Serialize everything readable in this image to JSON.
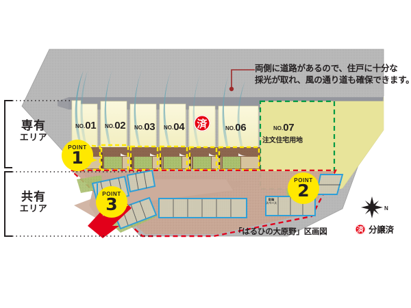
{
  "caption": "「はるひの大原野」区画図",
  "annotation": {
    "line1": "両側に道路があるので、住戸に十分な",
    "line2": "採光が取れ、風の通り道も確保できます。"
  },
  "areas": [
    {
      "name": "exclusive",
      "main": "専有",
      "sub": "エリア"
    },
    {
      "name": "shared",
      "main": "共有",
      "sub": "エリア"
    }
  ],
  "lots": [
    {
      "prefix": "NO.",
      "number": "01"
    },
    {
      "prefix": "NO.",
      "number": "02"
    },
    {
      "prefix": "NO.",
      "number": "03"
    },
    {
      "prefix": "NO.",
      "number": "04"
    },
    {
      "prefix": "NO.",
      "number": "06"
    },
    {
      "prefix": "NO.",
      "number": "07",
      "sub": "注文住宅用地"
    }
  ],
  "sold_marker": "済",
  "points": [
    {
      "word": "POINT",
      "number": "1"
    },
    {
      "word": "POINT",
      "number": "2"
    },
    {
      "word": "POINT",
      "number": "3"
    }
  ],
  "legend": {
    "stamp": "済",
    "label": "分譲済"
  },
  "compass": {
    "north": "N"
  },
  "parking_note": {
    "line1": "駐輪",
    "line2": "スペース"
  },
  "colors": {
    "road_gray": "#b3b3b3",
    "lot_cream": "#f7f4cf",
    "lot_yellow": "#e8e49a",
    "path_tan": "#c9a693",
    "stall_gray": "#cfcab4",
    "wind_teal": "#7fb3bd",
    "badge_yellow": "#ffe800",
    "stamp_red": "#e60012",
    "dash_yellow": "#ffe800",
    "dash_red": "#e2001a",
    "dash_green": "#009944",
    "stall_blue": "#2e9fd8",
    "arrow_red": "#e2001a",
    "ink": "#231f20"
  }
}
